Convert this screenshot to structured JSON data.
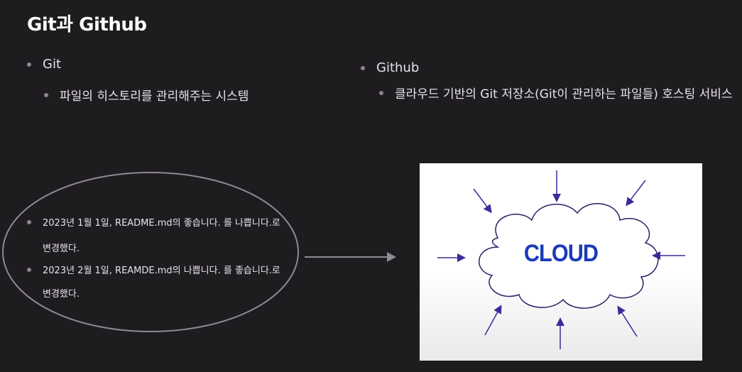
{
  "slide": {
    "title": "Git과 Github"
  },
  "left_column": {
    "heading": "Git",
    "sub": "파일의 히스토리를 관리해주는 시스템"
  },
  "right_column": {
    "heading": "Github",
    "sub": "클라우드 기반의 Git 저장소(Git이 관리하는 파일들) 호스팅 서비스"
  },
  "notes": [
    {
      "line1": "2023년 1월 1일, README.md의 좋습니다. 를 나쁩니다.로",
      "line2": "변경했다."
    },
    {
      "line1": "2023년 2월 1일, REAMDE.md의 나쁩니다. 를 좋습니다.로",
      "line2": "변경했다."
    }
  ],
  "cloud_image": {
    "label": "CLOUD"
  },
  "colors": {
    "background": "#1f1c20",
    "cloud_text": "#1c3ab8",
    "arrow": "#3a2a9a",
    "bullet_dot": "#8a868c"
  }
}
